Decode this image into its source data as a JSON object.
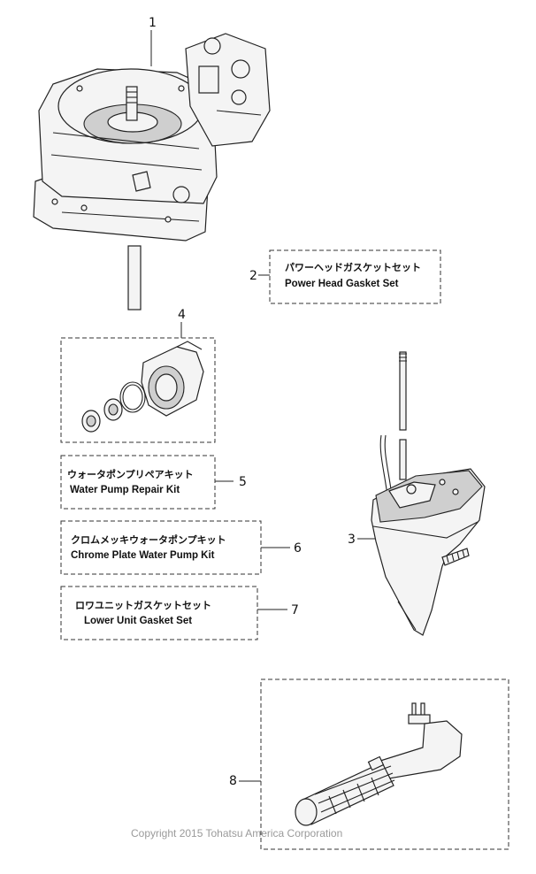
{
  "callouts": {
    "c1": "1",
    "c2": "2",
    "c3": "3",
    "c4": "4",
    "c5": "5",
    "c6": "6",
    "c7": "7",
    "c8": "8"
  },
  "parts": {
    "power_head_gasket_set": {
      "jp": "パワーヘッドガスケットセット",
      "en": "Power Head Gasket Set"
    },
    "water_pump_repair_kit": {
      "jp": "ウォータポンプリペアキット",
      "en": "Water Pump Repair Kit"
    },
    "chrome_plate_water_pump_kit": {
      "jp": "クロムメッキウォータポンプキット",
      "en": "Chrome Plate Water Pump Kit"
    },
    "lower_unit_gasket_set": {
      "jp": "ロワユニットガスケットセット",
      "en": "Lower Unit Gasket Set"
    }
  },
  "copyright": "Copyright 2015 Tohatsu America Corporation"
}
